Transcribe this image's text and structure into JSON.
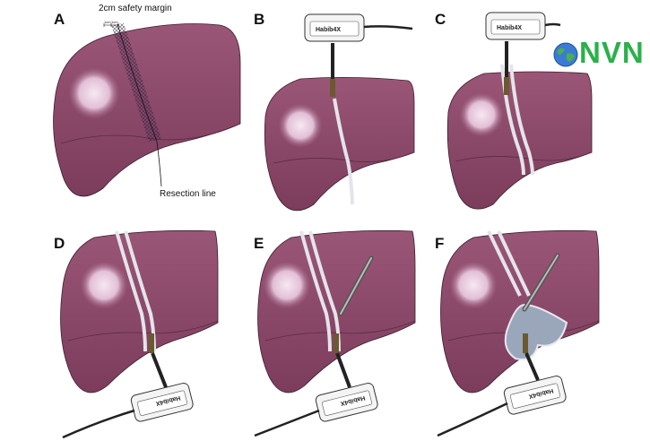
{
  "panels": [
    {
      "id": "A",
      "label": "A"
    },
    {
      "id": "B",
      "label": "B"
    },
    {
      "id": "C",
      "label": "C"
    },
    {
      "id": "D",
      "label": "D"
    },
    {
      "id": "E",
      "label": "E"
    },
    {
      "id": "F",
      "label": "F"
    }
  ],
  "annotations": {
    "safety_margin": "2cm safety margin",
    "resection_line": "Resection line",
    "margin_left": "1cm",
    "margin_right": "1cm"
  },
  "device_label": "Habib4X",
  "logo_text": "NVN",
  "colors": {
    "liver": "#8e4a68",
    "liver_dark": "#6e3350",
    "tumor": "#e8cce0",
    "track": "#e4e4ea",
    "probe": "#222222"
  }
}
